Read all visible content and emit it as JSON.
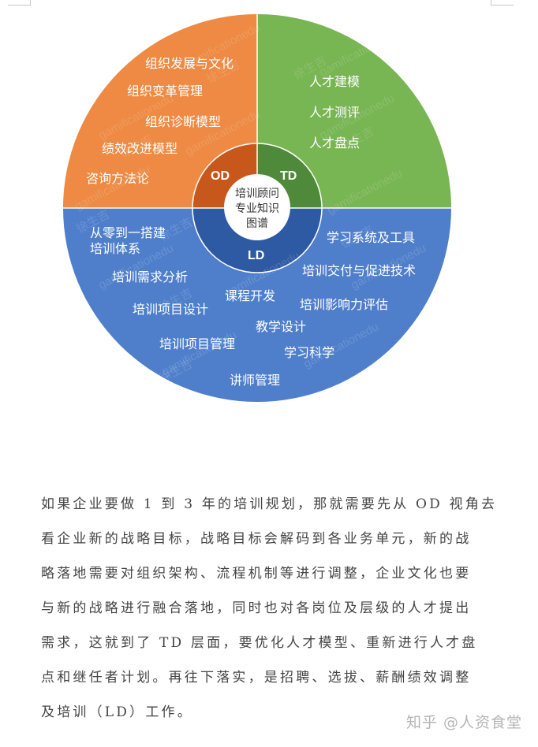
{
  "diagram": {
    "center_title_lines": [
      "培训顾问",
      "专业知识",
      "图谱"
    ],
    "colors": {
      "od_outer": "#EE8A43",
      "td_outer": "#78B553",
      "ld_outer": "#4F7FCB",
      "od_inner": "#C8571B",
      "td_inner": "#4E8A3A",
      "ld_inner": "#2E5AA3",
      "center": "#FFFFFF"
    },
    "segments": {
      "od": {
        "label": "OD",
        "items": [
          "组织发展与文化",
          "组织变革管理",
          "组织诊断模型",
          "绩效改进模型",
          "咨询方法论"
        ]
      },
      "td": {
        "label": "TD",
        "items": [
          "人才建模",
          "人才测评",
          "人才盘点"
        ]
      },
      "ld": {
        "label": "LD",
        "items": [
          "从零到一搭建",
          "培训体系",
          "培训需求分析",
          "培训项目设计",
          "培训项目管理",
          "讲师管理",
          "课程开发",
          "教学设计",
          "学习科学",
          "学习系统及工具",
          "培训交付与促进技术",
          "培训影响力评估"
        ]
      }
    },
    "watermarks": [
      "gamificationedu",
      "徐生吉"
    ]
  },
  "article": {
    "lines": [
      "如果企业要做 1 到 3 年的培训规划，那就需要先从 OD 视角去",
      "看企业新的战略目标，战略目标会解码到各业务单元，新的战",
      "略落地需要对组织架构、流程机制等进行调整，企业文化也要",
      "与新的战略进行融合落地，同时也对各岗位及层级的人才提出",
      "需求，这就到了 TD 层面，要优化人才模型、重新进行人才盘",
      "点和继任者计划。再往下落实，是招聘、选拔、薪酬绩效调整",
      "及培训（LD）工作。"
    ]
  },
  "source": {
    "label": "知乎 @人资食堂"
  }
}
